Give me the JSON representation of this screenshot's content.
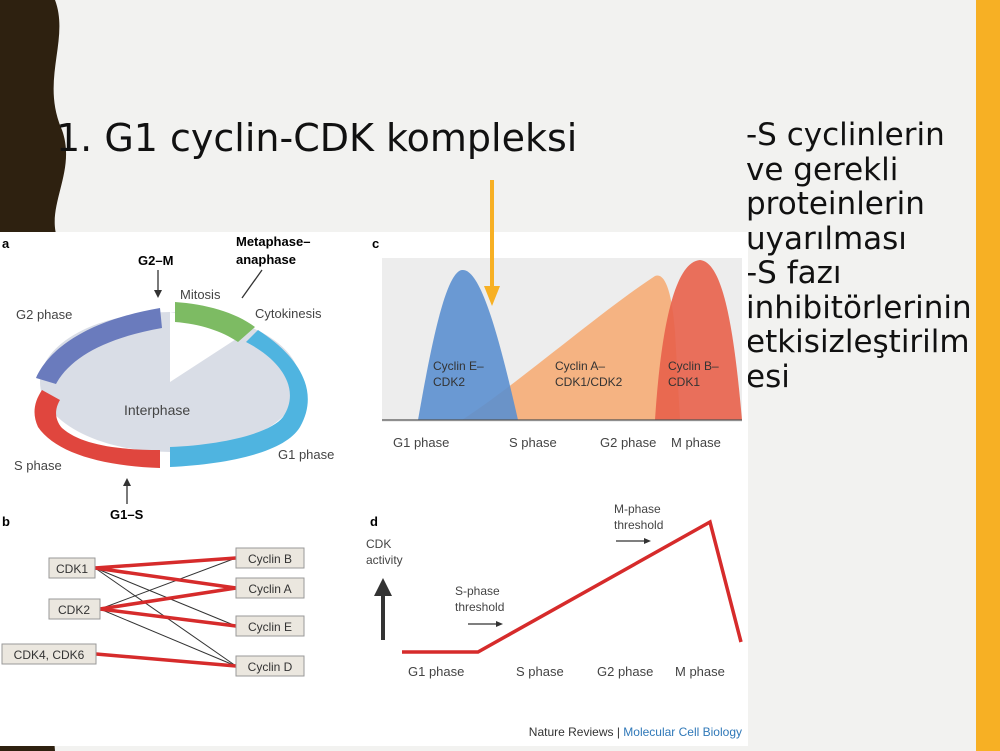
{
  "title": "1. G1 cyclin-CDK kompleksi",
  "side_lines": [
    "-S cyclinlerin",
    "ve gerekli",
    "proteinlerin",
    "uyarılması",
    "-S fazı",
    "inhibitörlerinin",
    "etkisizleştirilm",
    "esi"
  ],
  "colors": {
    "accent": "#f7b024",
    "dark": "#2e2110",
    "link_red": "#d62b2b",
    "blue": "#4a88c8",
    "orange": "#f0a060",
    "red": "#e05a40"
  },
  "figure": {
    "panel_a": {
      "letter": "a",
      "labels": {
        "g2m": "G2–M",
        "metaphase": "Metaphase–",
        "anaphase": "anaphase",
        "mitosis": "Mitosis",
        "cytokinesis": "Cytokinesis",
        "g2_phase": "G2 phase",
        "interphase": "Interphase",
        "g1_phase": "G1 phase",
        "s_phase": "S phase",
        "g1s": "G1–S"
      }
    },
    "panel_b": {
      "letter": "b",
      "cdks": [
        "CDK1",
        "CDK2",
        "CDK4, CDK6"
      ],
      "cyclins": [
        "Cyclin B",
        "Cyclin A",
        "Cyclin E",
        "Cyclin D"
      ]
    },
    "panel_c": {
      "letter": "c",
      "peaks": [
        "Cyclin E–",
        "CDK2",
        "Cyclin A–",
        "CDK1/CDK2",
        "Cyclin B–",
        "CDK1"
      ],
      "x_labels": [
        "G1 phase",
        "S phase",
        "G2 phase",
        "M phase"
      ]
    },
    "panel_d": {
      "letter": "d",
      "ylabel_1": "CDK",
      "ylabel_2": "activity",
      "s_threshold_1": "S-phase",
      "s_threshold_2": "threshold",
      "m_threshold_1": "M-phase",
      "m_threshold_2": "threshold",
      "x_labels": [
        "G1 phase",
        "S phase",
        "G2 phase",
        "M phase"
      ]
    },
    "credit_journal": "Nature Reviews",
    "credit_sep": " | ",
    "credit_title": "Molecular Cell Biology"
  }
}
